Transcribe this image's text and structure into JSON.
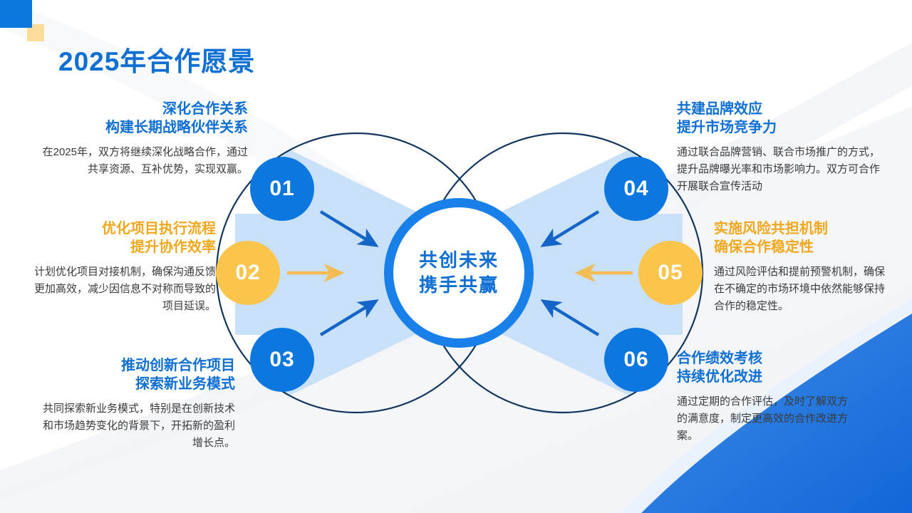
{
  "slide": {
    "title": "2025年合作愿景",
    "title_color": "#0f6fd2",
    "background_color": "#ffffff",
    "accent_blue": "#0d77e0",
    "accent_amber": "#fbc44b",
    "fan_blue": "#c8e0f8",
    "outline_navy": "#12355e",
    "corner_blue": "#0c77dd",
    "corner_yellow": "#fbdd9a"
  },
  "center": {
    "line1": "共创未来",
    "line2": "携手共赢",
    "ring_color": "#1880e8",
    "text_color": "#0f6fd2"
  },
  "nodes": [
    {
      "number": "01",
      "color": "#0d77e0",
      "type": "blue"
    },
    {
      "number": "02",
      "color": "#fbc44b",
      "type": "yellow"
    },
    {
      "number": "03",
      "color": "#0d77e0",
      "type": "blue"
    },
    {
      "number": "04",
      "color": "#0d77e0",
      "type": "blue"
    },
    {
      "number": "05",
      "color": "#fbc44b",
      "type": "yellow"
    },
    {
      "number": "06",
      "color": "#0d77e0",
      "type": "blue"
    }
  ],
  "items": [
    {
      "number": "01",
      "title": "深化合作关系\n构建长期战略伙伴关系",
      "title_color": "#0f6fd2",
      "body": "在2025年，双方将继续深化战略合作，通过共享资源、互补优势，实现双赢。",
      "align": "right"
    },
    {
      "number": "02",
      "title": "优化项目执行流程\n提升协作效率",
      "title_color": "#f0a81e",
      "body": "计划优化项目对接机制，确保沟通反馈更加高效，减少因信息不对称而导致的项目延误。",
      "align": "right"
    },
    {
      "number": "03",
      "title": "推动创新合作项目\n探索新业务模式",
      "title_color": "#0f6fd2",
      "body": "共同探索新业务模式，特别是在创新技术和市场趋势变化的背景下，开拓新的盈利增长点。",
      "align": "right"
    },
    {
      "number": "04",
      "title": "共建品牌效应\n提升市场竞争力",
      "title_color": "#0f6fd2",
      "body": "通过联合品牌营销、联合市场推广的方式，提升品牌曝光率和市场影响力。双方可合作开展联合宣传活动",
      "align": "left"
    },
    {
      "number": "05",
      "title": "实施风险共担机制\n确保合作稳定性",
      "title_color": "#f0a81e",
      "body": "通过风险评估和提前预警机制，确保在不确定的市场环境中依然能够保持合作的稳定性。",
      "align": "left"
    },
    {
      "number": "06",
      "title": "合作绩效考核\n持续优化改进",
      "title_color": "#0f6fd2",
      "body": "通过定期的合作评估，及时了解双方的满意度，制定更高效的合作改进方案。",
      "align": "left"
    }
  ],
  "arrows": [
    {
      "id": "arrow-01-to-center",
      "color": "#1565c8",
      "direction": "down-right"
    },
    {
      "id": "arrow-02-to-center",
      "color": "#f3bc55",
      "direction": "right"
    },
    {
      "id": "arrow-03-to-center",
      "color": "#1565c8",
      "direction": "up-right"
    },
    {
      "id": "arrow-04-to-center",
      "color": "#1565c8",
      "direction": "down-left"
    },
    {
      "id": "arrow-05-to-center",
      "color": "#f3bc55",
      "direction": "left"
    },
    {
      "id": "arrow-06-to-center",
      "color": "#1565c8",
      "direction": "up-left"
    }
  ]
}
